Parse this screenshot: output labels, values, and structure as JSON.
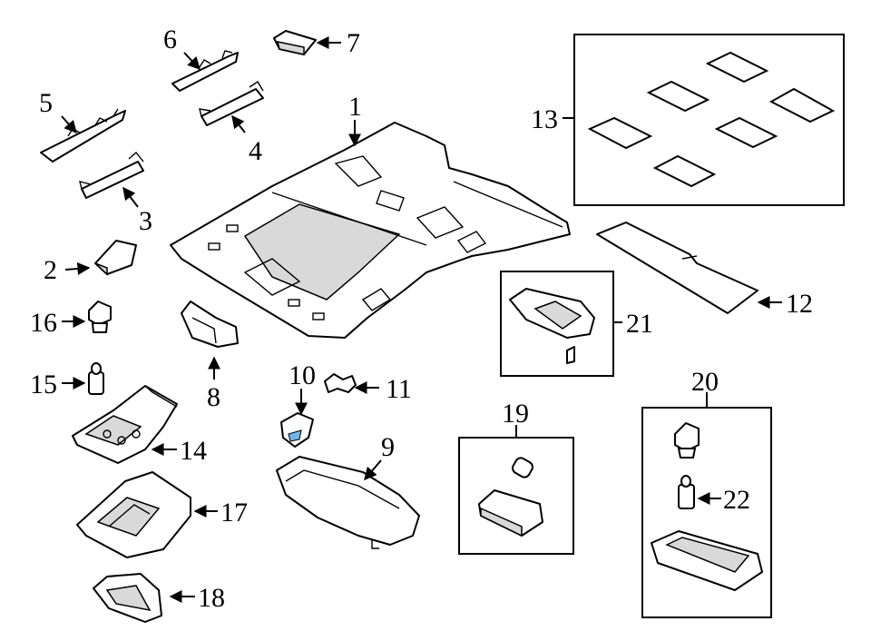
{
  "callouts": [
    "1",
    "2",
    "3",
    "4",
    "5",
    "6",
    "7",
    "8",
    "9",
    "10",
    "11",
    "12",
    "13",
    "14",
    "15",
    "16",
    "17",
    "18",
    "19",
    "20",
    "21",
    "22"
  ],
  "colors": {
    "line": "#000000",
    "background": "#ffffff",
    "shade": "#d9d9d9",
    "accent": "#6fb7e6"
  }
}
